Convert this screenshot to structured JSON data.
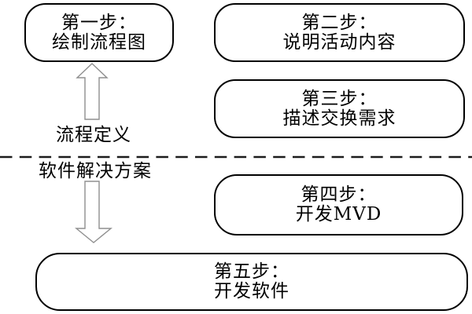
{
  "diagram": {
    "steps": [
      {
        "title": "第一步：",
        "subtitle": "绘制流程图"
      },
      {
        "title": "第二步：",
        "subtitle": "说明活动内容"
      },
      {
        "title": "第三步：",
        "subtitle": "描述交换需求"
      },
      {
        "title": "第四步：",
        "subtitle": "开发MVD"
      },
      {
        "title": "第五步：",
        "subtitle": "开发软件"
      }
    ],
    "labels": {
      "process_definition": "流程定义",
      "software_solution": "软件解决方案"
    },
    "icons": {
      "up_arrow": "hollow-up-arrow",
      "down_arrow": "hollow-down-arrow"
    },
    "colors": {
      "box_border": "#000000",
      "text": "#000000",
      "arrow_outline": "#8f8f8f",
      "divider": "#1c1c1c",
      "background": "#ffffff"
    }
  }
}
